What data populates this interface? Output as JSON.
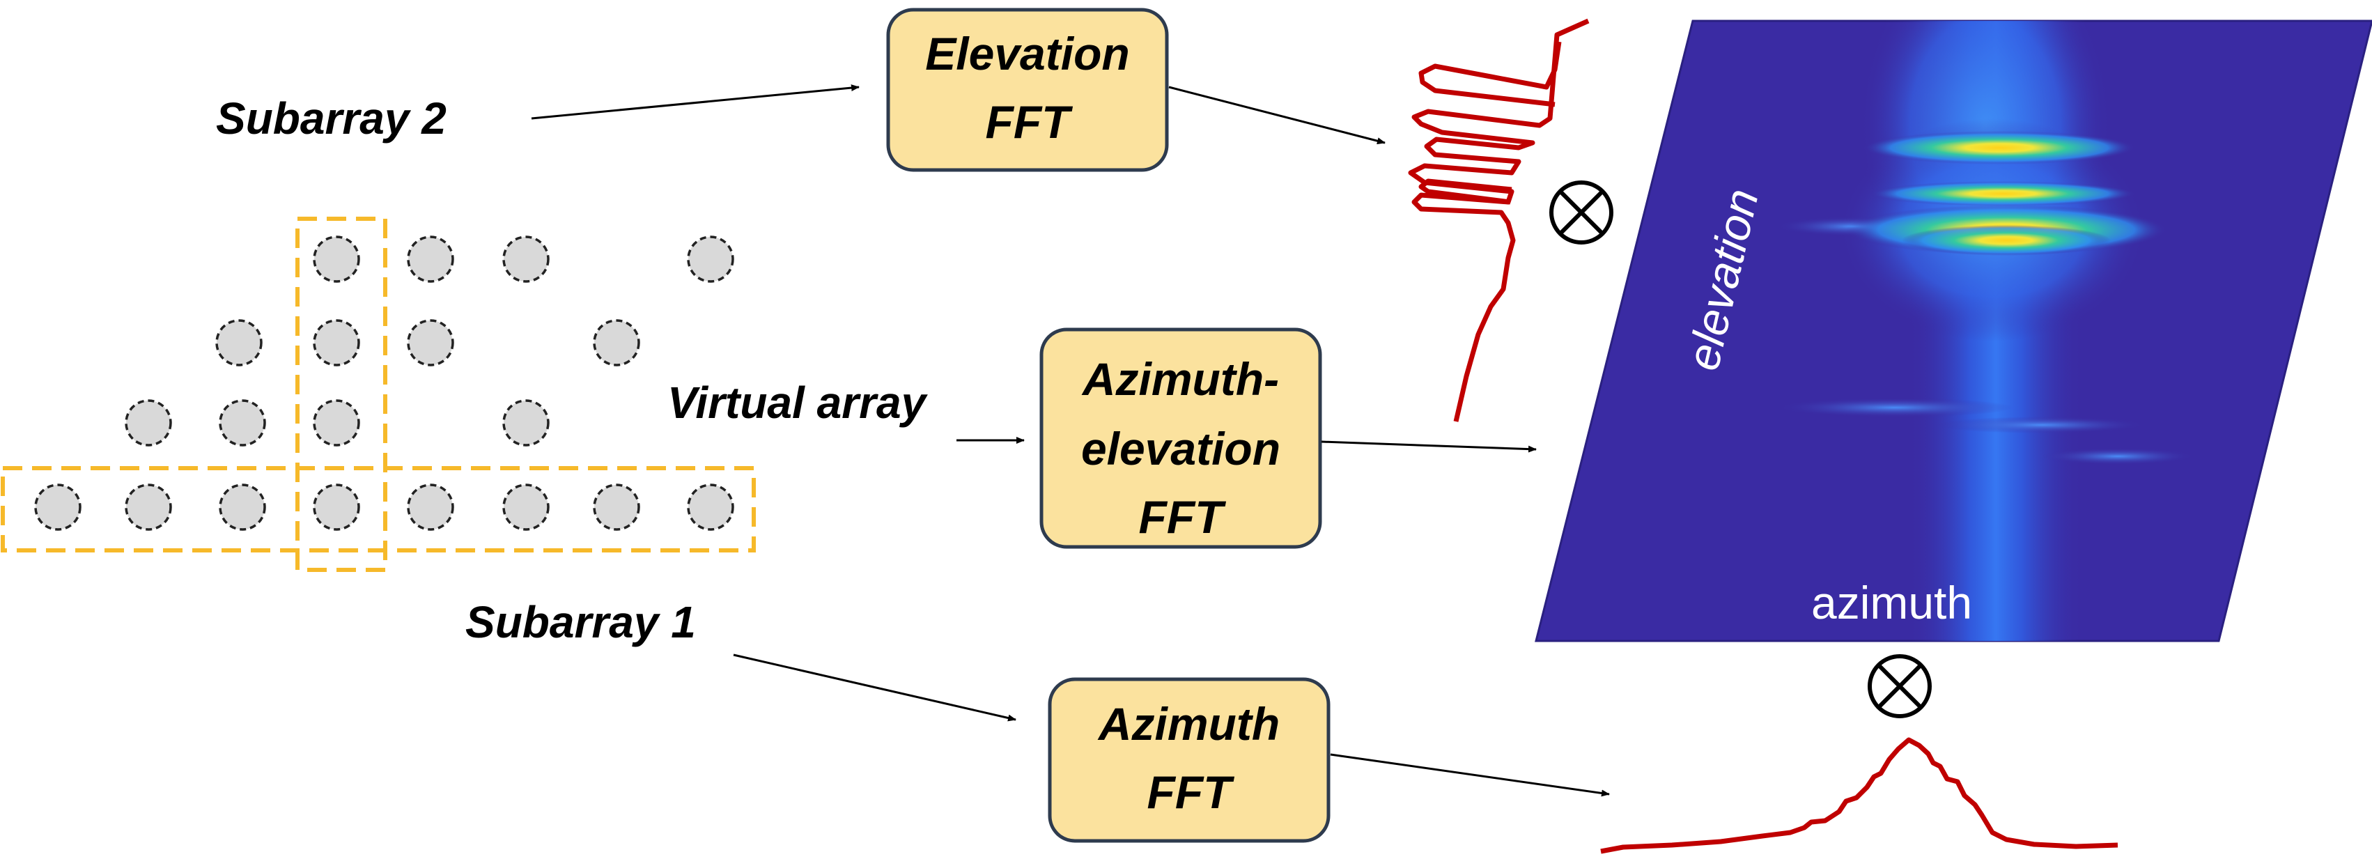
{
  "labels": {
    "subarray2": "Subarray 2",
    "subarray1": "Subarray 1",
    "virtual_array": "Virtual array"
  },
  "boxes": {
    "elevation_fft": [
      "Elevation",
      "FFT"
    ],
    "az_el_fft": [
      "Azimuth-",
      "elevation",
      "FFT"
    ],
    "azimuth_fft": [
      "Azimuth",
      "FFT"
    ]
  },
  "heatmap": {
    "elevation_axis": "elevation",
    "azimuth_axis": "azimuth"
  },
  "symbols": {
    "product": "circled-times-icon"
  },
  "colors": {
    "box_fill": "#fbe29e",
    "box_stroke": "#2e3b4e",
    "subarray_dash": "#f6b92a",
    "element_fill": "#d9d9d9",
    "curve": "#c00000",
    "heatmap_bg": "#3a2ba3",
    "heatmap_beam": "#2f6ef0"
  }
}
